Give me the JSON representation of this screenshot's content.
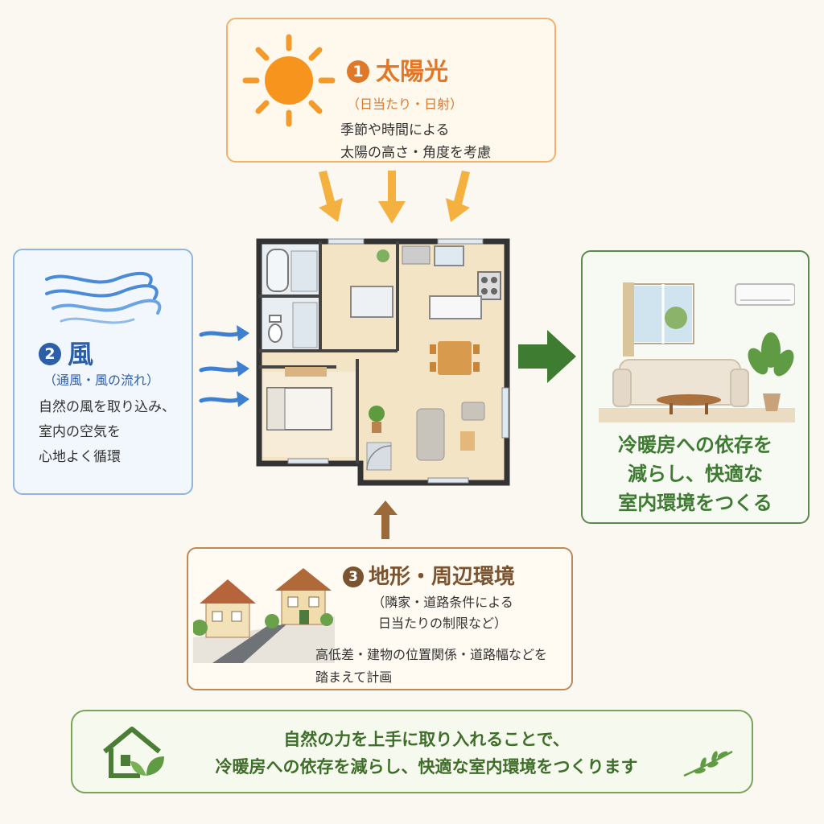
{
  "sun": {
    "number": "1",
    "title": "太陽光",
    "subtitle": "（日当たり・日射）",
    "desc_lines": [
      "季節や時間による",
      "太陽の高さ・角度を考慮"
    ]
  },
  "wind": {
    "number": "2",
    "title": "風",
    "subtitle": "（通風・風の流れ）",
    "desc_lines": [
      "自然の風を取り込み、",
      "室内の空気を",
      "心地よく循環"
    ]
  },
  "terrain": {
    "number": "3",
    "title": "地形・周辺環境",
    "subtitle_lines": [
      "（隣家・道路条件による",
      "日当たりの制限など）"
    ],
    "desc_lines": [
      "高低差・建物の位置関係・道路幅などを",
      "踏まえて計画"
    ]
  },
  "result": {
    "text_lines": [
      "冷暖房への依存を",
      "減らし、快適な",
      "室内環境をつくる"
    ]
  },
  "footer": {
    "lines": [
      "自然の力を上手に取り入れることで、",
      "冷暖房への依存を減らし、快適な室内環境をつくります"
    ]
  },
  "colors": {
    "sun": "#e0782a",
    "wind": "#2d5fa8",
    "terrain": "#7a5330",
    "green": "#3f7a33",
    "sun_arrow": "#f5b13f",
    "wind_arrow": "#3f7fd0",
    "terrain_arrow": "#9a6a3a"
  },
  "icons": [
    "sun-icon",
    "wind-waves-icon",
    "houses-road-icon",
    "living-room-icon",
    "house-leaf-icon",
    "leaf-branch-icon"
  ]
}
